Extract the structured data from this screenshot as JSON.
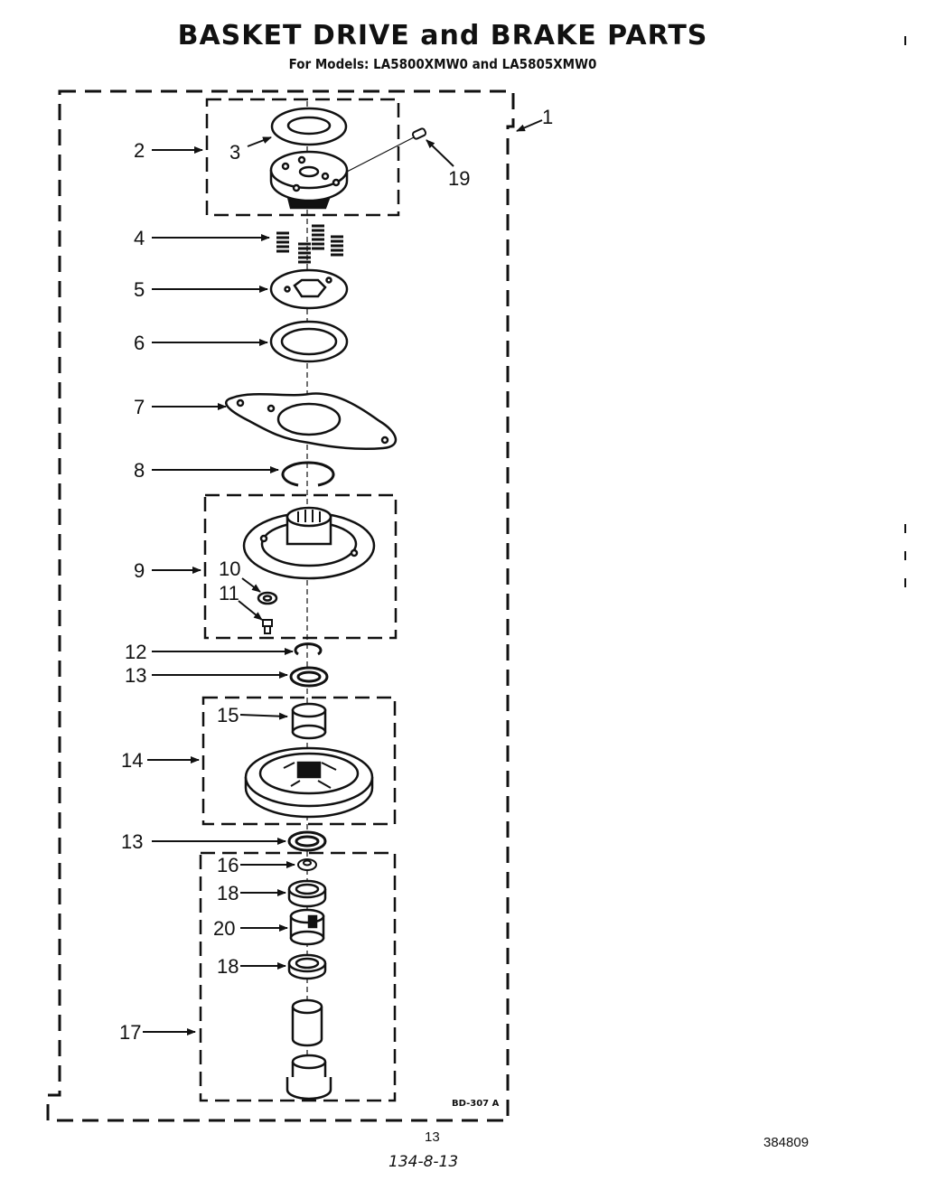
{
  "header": {
    "title": "BASKET DRIVE and BRAKE PARTS",
    "subtitle": "For Models: LA5800XMW0 and LA5805XMW0"
  },
  "callouts": {
    "c1": "1",
    "c2": "2",
    "c3": "3",
    "c4": "4",
    "c5": "5",
    "c6": "6",
    "c7": "7",
    "c8": "8",
    "c9": "9",
    "c10": "10",
    "c11": "11",
    "c12": "12",
    "c13a": "13",
    "c13b": "13",
    "c14": "14",
    "c15": "15",
    "c16": "16",
    "c17": "17",
    "c18a": "18",
    "c18b": "18",
    "c19": "19",
    "c20": "20"
  },
  "drawing_code": "BD-307 A",
  "footer": {
    "page_number": "13",
    "document_number": "384809",
    "handwritten_note": "134-8-13"
  }
}
